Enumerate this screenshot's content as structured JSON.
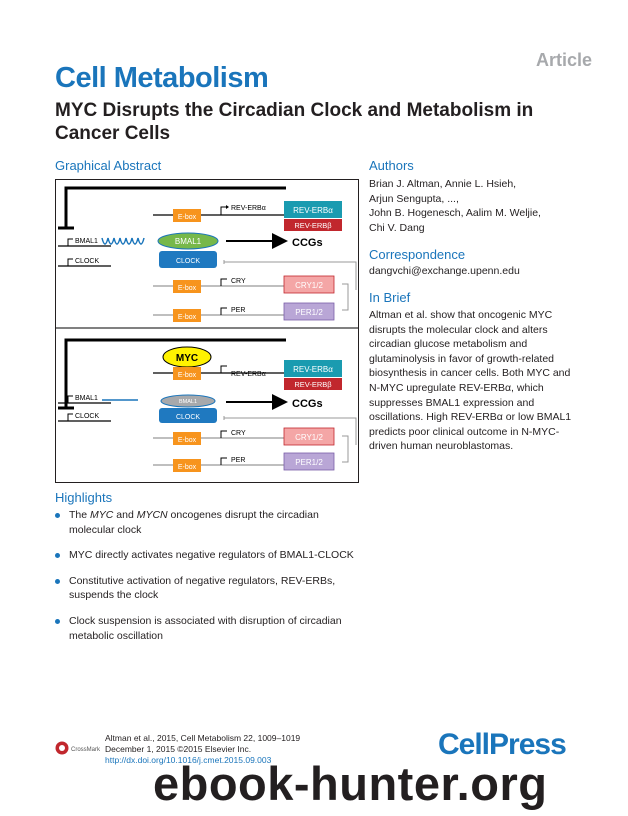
{
  "article_tag": "Article",
  "journal": "Cell Metabolism",
  "title": "MYC Disrupts the Circadian Clock and Metabolism in Cancer Cells",
  "graphical_abstract": {
    "heading": "Graphical Abstract",
    "panel1": {
      "ebox": "E-box",
      "rev_erba_gene": "REV-ERBα",
      "rev_erba": "REV-ERBα",
      "rev_erbb": "REV-ERBβ",
      "bmal1_gene": "BMAL1",
      "bmal1": "BMAL1",
      "ccgs": "CCGs",
      "clock_gene": "CLOCK",
      "clock": "CLOCK",
      "cry_gene": "CRY",
      "cry": "CRY1/2",
      "per_gene": "PER",
      "per": "PER1/2"
    },
    "panel2": {
      "myc": "MYC",
      "ebox": "E-box",
      "rev_erba_gene": "REV-ERBα",
      "rev_erba": "REV-ERBα",
      "rev_erbb": "REV-ERBβ",
      "bmal1_gene": "BMAL1",
      "bmal1": "BMAL1",
      "ccgs": "CCGs",
      "clock_gene": "CLOCK",
      "clock": "CLOCK",
      "cry_gene": "CRY",
      "cry": "CRY1/2",
      "per_gene": "PER",
      "per": "PER1/2"
    }
  },
  "authors": {
    "heading": "Authors",
    "lines": [
      "Brian J. Altman, Annie L. Hsieh,",
      "Arjun Sengupta, ...,",
      "John B. Hogenesch, Aalim M. Weljie,",
      "Chi V. Dang"
    ]
  },
  "correspondence": {
    "heading": "Correspondence",
    "email": "dangvchi@exchange.upenn.edu"
  },
  "in_brief": {
    "heading": "In Brief",
    "text": "Altman et al. show that oncogenic MYC disrupts the molecular clock and alters circadian glucose metabolism and glutaminolysis in favor of growth-related biosynthesis in cancer cells. Both MYC and N-MYC upregulate REV-ERBα, which suppresses BMAL1 expression and oscillations. High REV-ERBα or low BMAL1 predicts poor clinical outcome in N-MYC-driven human neuroblastomas."
  },
  "highlights": {
    "heading": "Highlights",
    "item1_pre": "The ",
    "item1_myc": "MYC",
    "item1_mid": " and ",
    "item1_mycn": "MYCN",
    "item1_post": " oncogenes disrupt the circadian molecular clock",
    "item2": "MYC directly activates negative regulators of BMAL1-CLOCK",
    "item3": "Constitutive activation of negative regulators, REV-ERBs, suspends the clock",
    "item4": "Clock suspension is associated with disruption of circadian metabolic oscillation"
  },
  "citation": {
    "line1": "Altman et al., 2015, Cell Metabolism 22, 1009–1019",
    "line2": "December 1, 2015 ©2015 Elsevier Inc.",
    "doi": "http://dx.doi.org/10.1016/j.cmet.2015.09.003"
  },
  "crossmark": "CrossMark",
  "publisher": "CellPress",
  "watermark": "ebook-hunter.org",
  "colors": {
    "brand_blue": "#1a75bb",
    "ebox_orange": "#f7941d",
    "rev_erba_teal": "#1a9bb0",
    "rev_erbb_red": "#c1272d",
    "bmal1_green": "#77b84a",
    "clock_blue": "#1f79c0",
    "cry_pink": "#f4a6a6",
    "per_purple": "#b9a6d6",
    "myc_yellow": "#fff200"
  }
}
